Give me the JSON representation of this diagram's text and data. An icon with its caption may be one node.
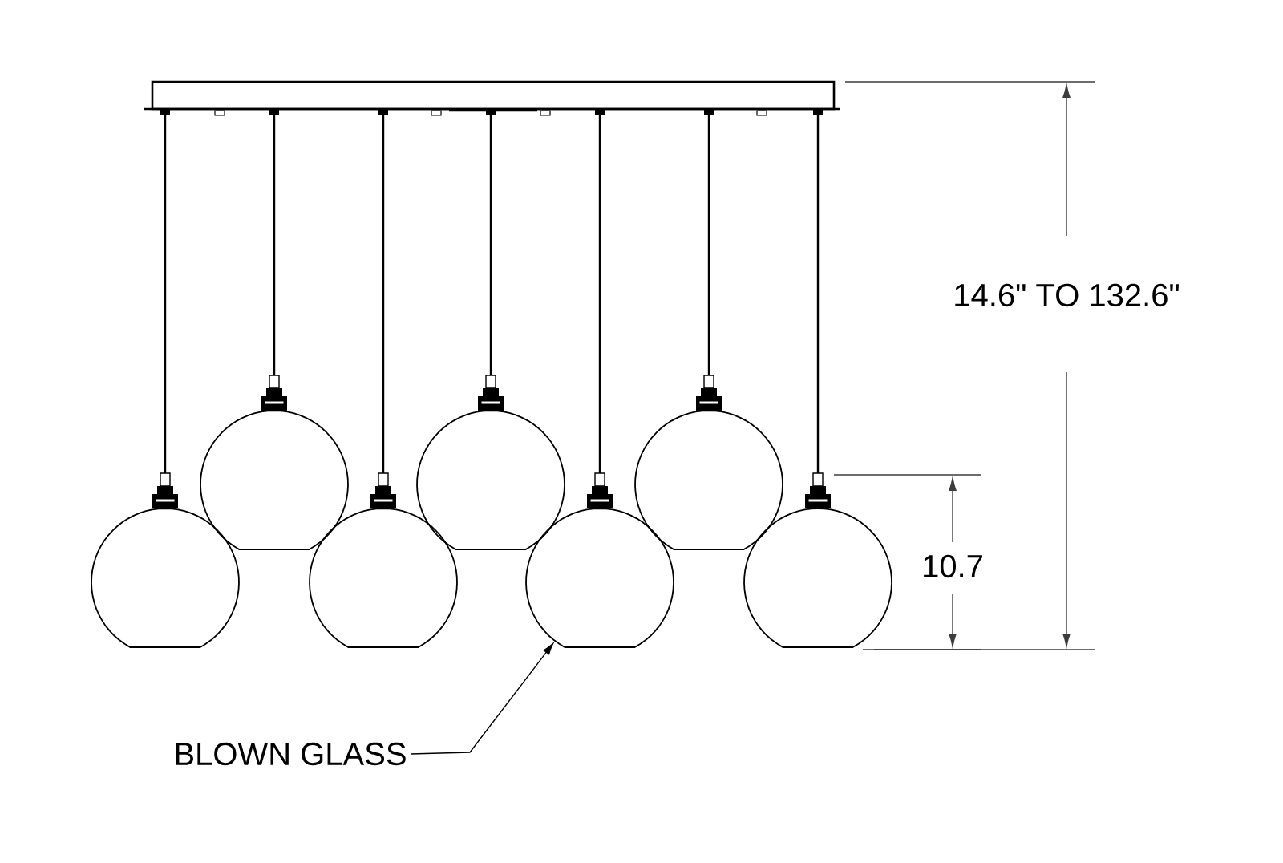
{
  "diagram": {
    "nodes": [
      {
        "text": [
          "BLOWN GLASS"
        ]
      },
      {
        "text": [],
        "shape": "circle"
      }
    ],
    "edges": [
      {
        "from": 0,
        "to": 1,
        "arrow": "to"
      }
    ],
    "labels": [
      "14.6\" TO 132.6\"",
      "10.7"
    ]
  }
}
